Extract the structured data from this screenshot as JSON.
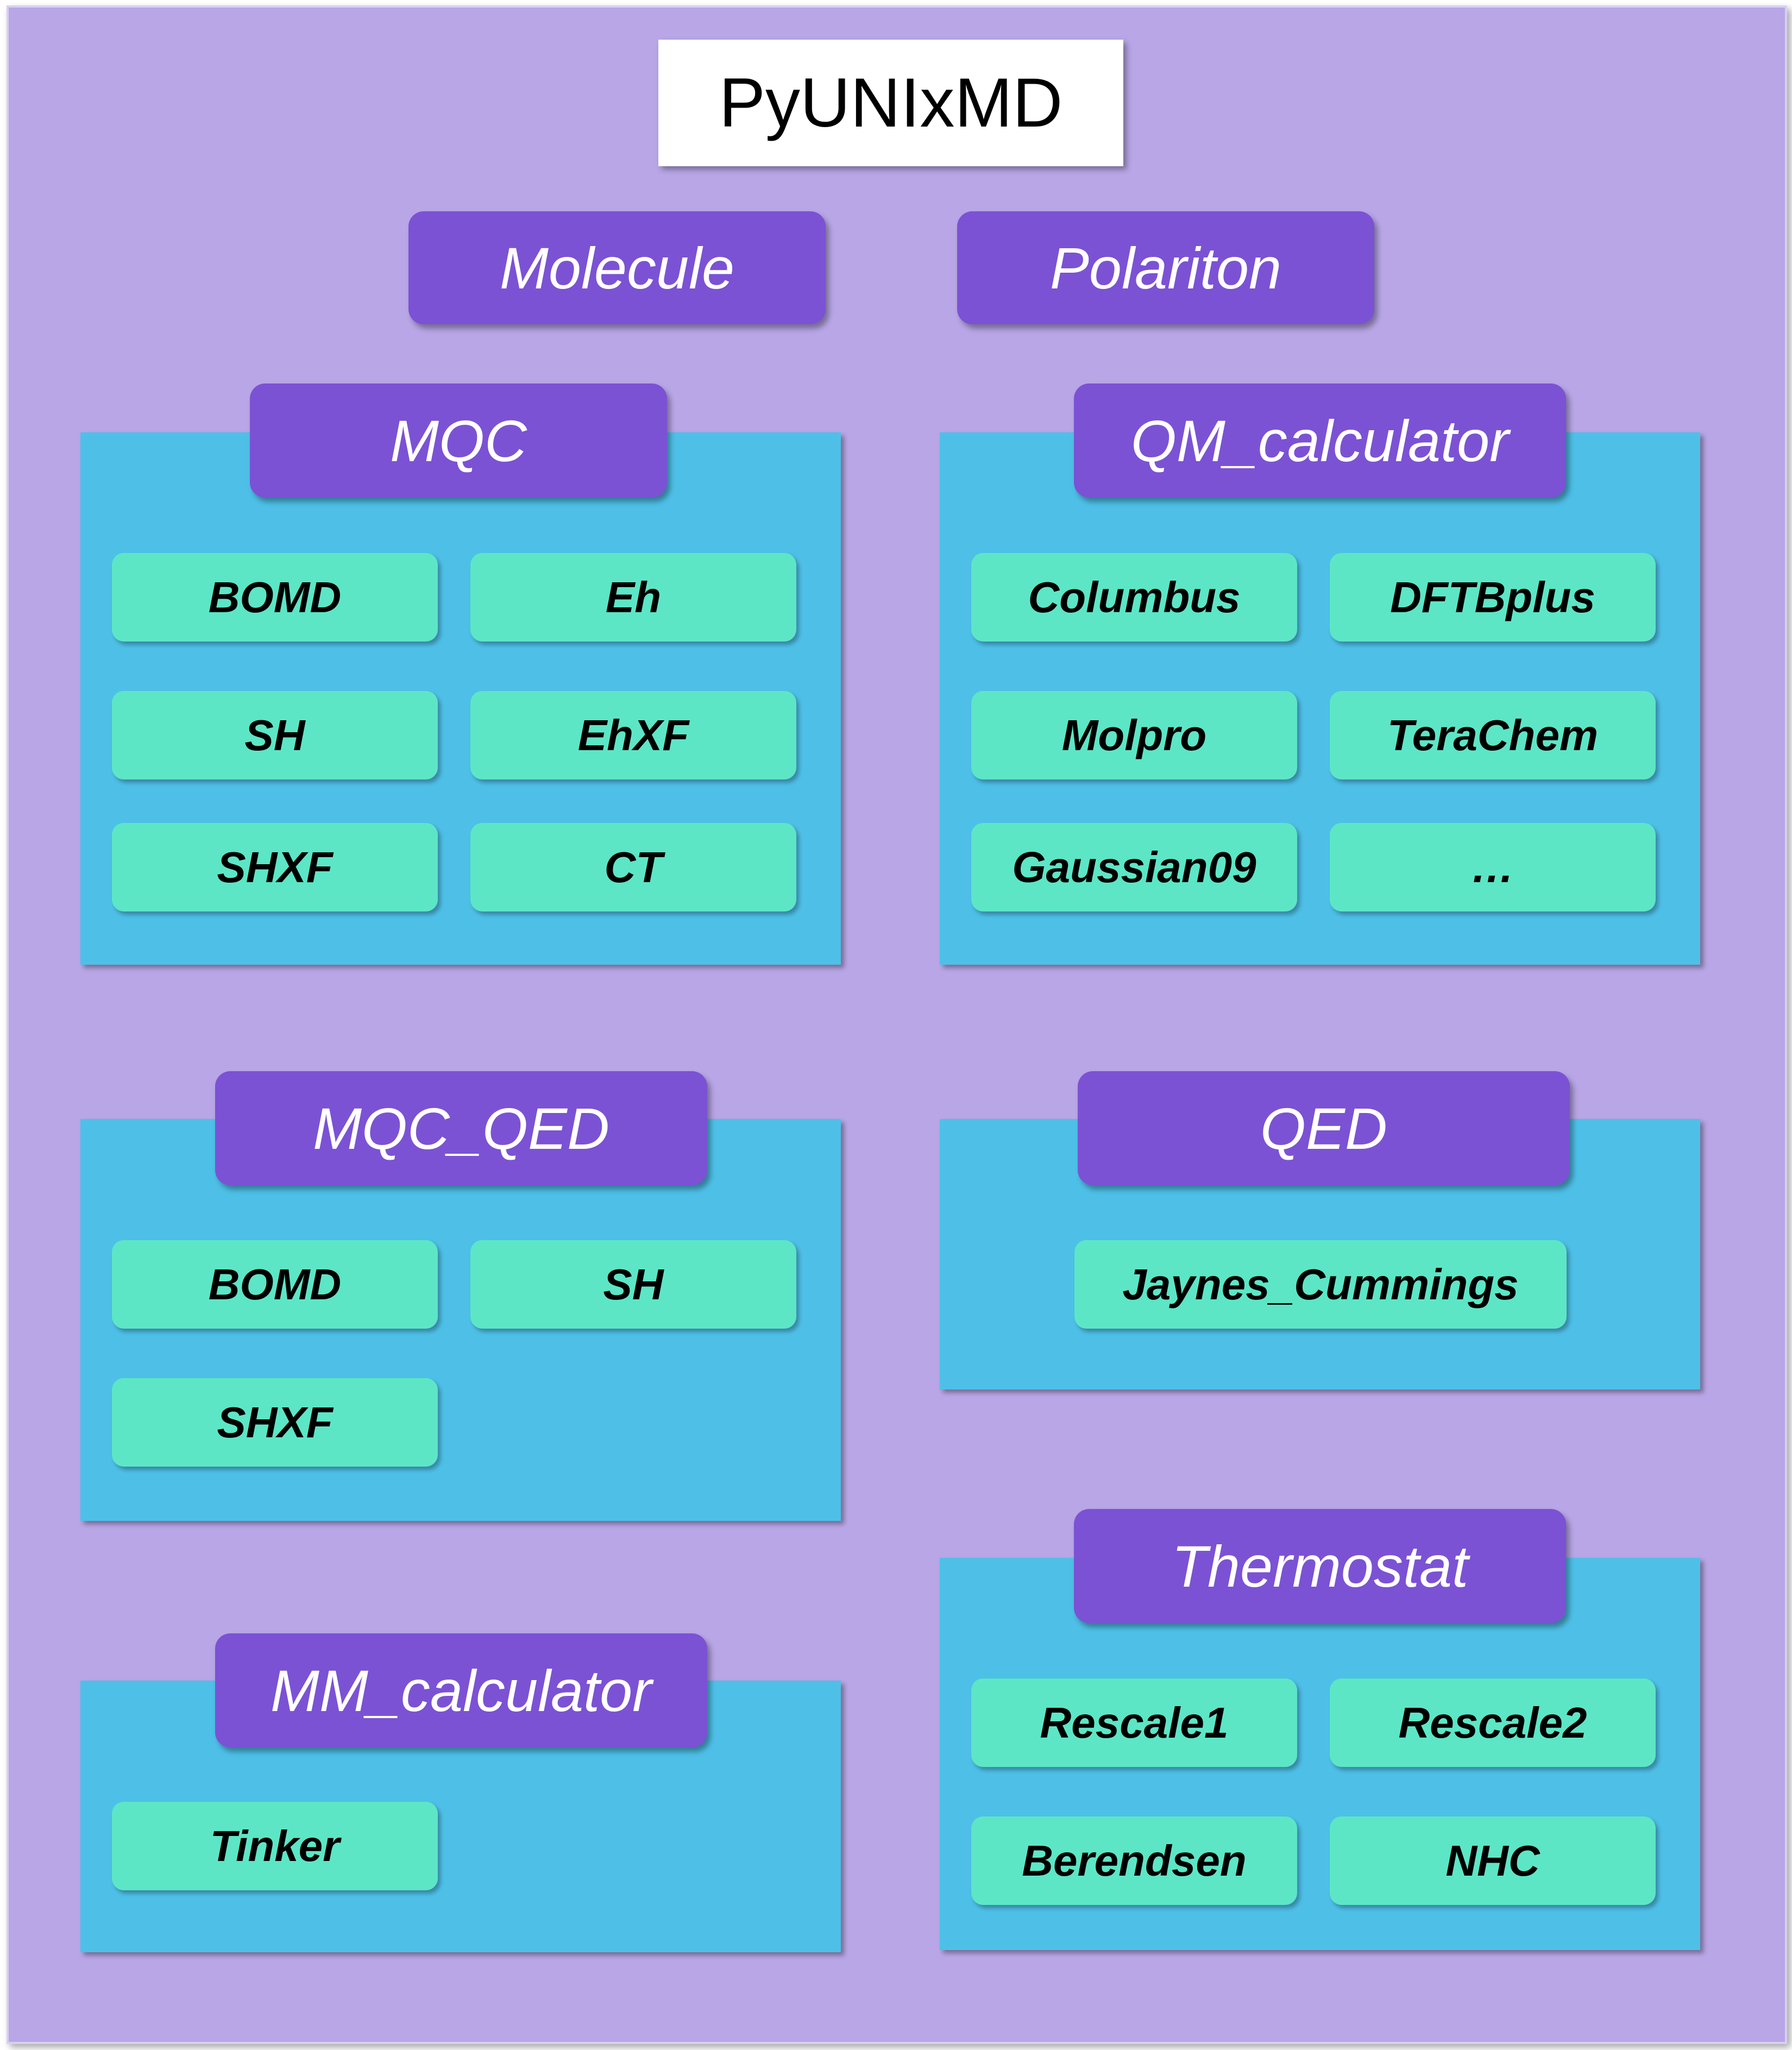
{
  "title": "PyUNIxMD",
  "top_categories": {
    "molecule": "Molecule",
    "polariton": "Polariton"
  },
  "modules": {
    "mqc": {
      "label": "MQC",
      "items": [
        "BOMD",
        "Eh",
        "SH",
        "EhXF",
        "SHXF",
        "CT"
      ]
    },
    "qm_calculator": {
      "label": "QM_calculator",
      "items": [
        "Columbus",
        "DFTBplus",
        "Molpro",
        "TeraChem",
        "Gaussian09",
        "…"
      ]
    },
    "mqc_qed": {
      "label": "MQC_QED",
      "items": [
        "BOMD",
        "SH",
        "SHXF"
      ]
    },
    "qed": {
      "label": "QED",
      "items": [
        "Jaynes_Cummings"
      ]
    },
    "mm_calculator": {
      "label": "MM_calculator",
      "items": [
        "Tinker"
      ]
    },
    "thermostat": {
      "label": "Thermostat",
      "items": [
        "Rescale1",
        "Rescale2",
        "Berendsen",
        "NHC"
      ]
    }
  },
  "colors": {
    "background": "#b8a6e6",
    "header": "#7b52d4",
    "panel": "#4ec0e8",
    "item": "#5ce6c6"
  }
}
